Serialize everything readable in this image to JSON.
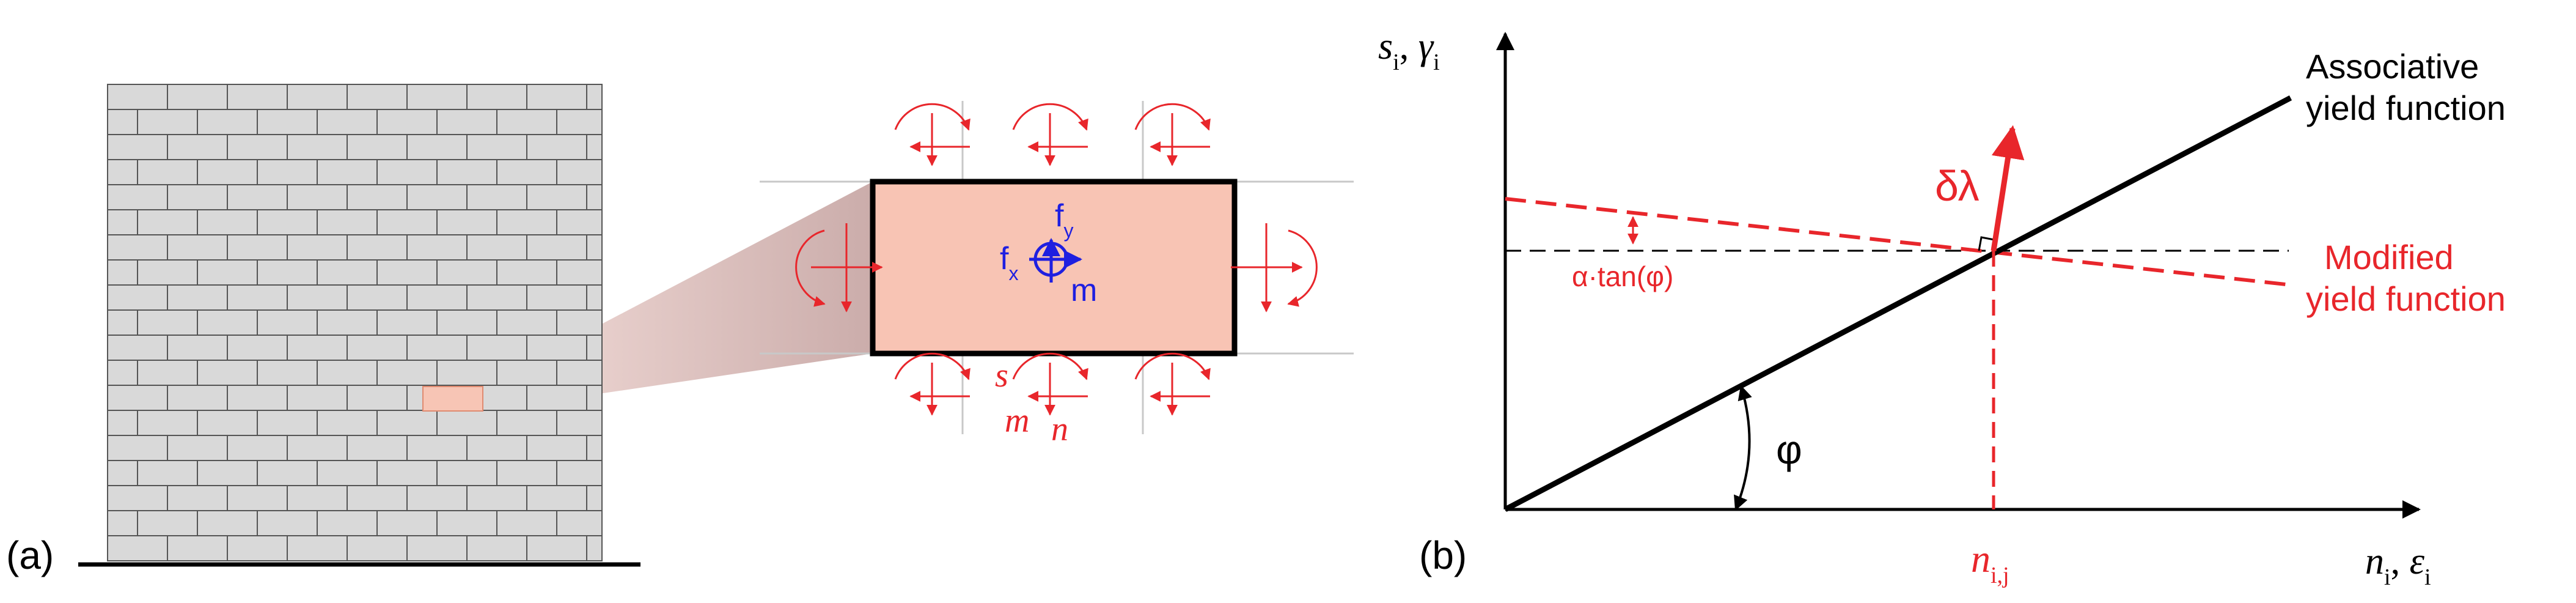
{
  "panel_a": {
    "label": "(a)",
    "element_forces": {
      "fy_base": "f",
      "fy_sub": "y",
      "fx_base": "f",
      "fx_sub": "x",
      "m": "m"
    },
    "interface_forces": {
      "s": "s",
      "m": "m",
      "n": "n"
    }
  },
  "panel_b": {
    "label": "(b)",
    "y_axis": {
      "s": "s",
      "s_sub": "i",
      "sep": ", ",
      "g": "γ",
      "g_sub": "i"
    },
    "x_axis": {
      "n": "n",
      "n_sub": "i",
      "sep": ", ",
      "e": "ε",
      "e_sub": "i"
    },
    "n_ij": {
      "base": "n",
      "sub": "i,j"
    },
    "assoc_label": [
      "Associative",
      "yield function"
    ],
    "mod_label": [
      "Modified",
      "yield function"
    ],
    "alpha_label": "α·tan(φ)",
    "phi_label": "φ",
    "dlambda_label": "δλ",
    "colors": {
      "accent": "#e8262b",
      "blue": "#1f1fe0",
      "brick": "#d9d9d9",
      "highlight": "#f7c5b5"
    }
  }
}
